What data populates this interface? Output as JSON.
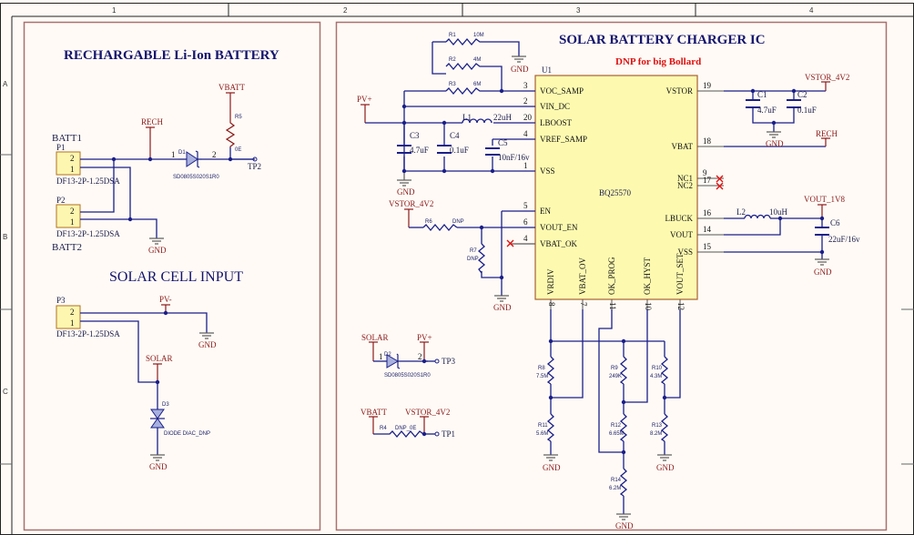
{
  "frame": {
    "columns": [
      "1",
      "2",
      "3",
      "4"
    ],
    "rows": [
      "A",
      "B",
      "C"
    ]
  },
  "battery_section": {
    "title": "RECHARGABLE Li-Ion BATTERY",
    "batt1_label": "BATT1",
    "batt2_label": "BATT2",
    "p1": {
      "ref": "P1",
      "part": "DF13-2P-1.25DSA",
      "pins": [
        "2",
        "1"
      ]
    },
    "p2": {
      "ref": "P2",
      "part": "DF13-2P-1.25DSA",
      "pins": [
        "2",
        "1"
      ]
    },
    "rech_net": "RECH",
    "vbatt_net": "VBATT",
    "gnd_net": "GND",
    "d1": {
      "ref": "D1",
      "part": "SD0805S020S1R0",
      "pin1": "1",
      "pin2": "2"
    },
    "r5": {
      "ref": "R5",
      "value": "0E"
    },
    "tp2": "TP2"
  },
  "solar_section": {
    "title": "SOLAR CELL INPUT",
    "p3": {
      "ref": "P3",
      "part": "DF13-2P-1.25DSA",
      "pins": [
        "2",
        "1"
      ]
    },
    "pvminus_net": "PV-",
    "solar_net": "SOLAR",
    "d3": {
      "ref": "D3",
      "part": "DIODE DIAC_DNP"
    },
    "gnd_net": "GND"
  },
  "charger_section": {
    "title": "SOLAR BATTERY CHARGER IC",
    "note": "DNP for big Bollard",
    "u1": {
      "ref": "U1",
      "part": "BQ25570",
      "left_pins": [
        {
          "num": "3",
          "name": "VOC_SAMP"
        },
        {
          "num": "2",
          "name": "VIN_DC"
        },
        {
          "num": "20",
          "name": "LBOOST"
        },
        {
          "num": "4",
          "name": "VREF_SAMP"
        },
        {
          "num": "1",
          "name": "VSS"
        },
        {
          "num": "5",
          "name": "EN"
        },
        {
          "num": "6",
          "name": "VOUT_EN"
        },
        {
          "num": "4",
          "name": "VBAT_OK"
        }
      ],
      "right_pins": [
        {
          "num": "19",
          "name": "VSTOR"
        },
        {
          "num": "18",
          "name": "VBAT"
        },
        {
          "num": "9",
          "name": "NC1"
        },
        {
          "num": "17",
          "name": "NC2"
        },
        {
          "num": "16",
          "name": "LBUCK"
        },
        {
          "num": "14",
          "name": "VOUT"
        },
        {
          "num": "15",
          "name": "VSS"
        }
      ],
      "bottom_pins": [
        {
          "num": "8",
          "name": "VRDIV"
        },
        {
          "num": "7",
          "name": "VBAT_OV"
        },
        {
          "num": "11",
          "name": "OK_PROG"
        },
        {
          "num": "10",
          "name": "OK_HYST"
        },
        {
          "num": "12",
          "name": "VOUT_SET"
        }
      ]
    },
    "r1": {
      "ref": "R1",
      "value": "10M"
    },
    "r2": {
      "ref": "R2",
      "value": "4M"
    },
    "r3": {
      "ref": "R3",
      "value": "6M"
    },
    "l1": {
      "ref": "L1",
      "value": "22uH"
    },
    "c3": {
      "ref": "C3",
      "value": "4.7uF"
    },
    "c4": {
      "ref": "C4",
      "value": "0.1uF"
    },
    "c5": {
      "ref": "C5",
      "value": "10nF/16v"
    },
    "pvplus_net": "PV+",
    "vstor_net": "VSTOR_4V2",
    "r6": {
      "ref": "R6",
      "value": "DNP"
    },
    "r7": {
      "ref": "R7",
      "value": "DNP"
    },
    "c1": {
      "ref": "C1",
      "value": "4.7uF"
    },
    "c2": {
      "ref": "C2",
      "value": "0.1uF"
    },
    "rech_net": "RECH",
    "l2": {
      "ref": "L2",
      "value": "10uH"
    },
    "vout_net": "VOUT_1V8",
    "c6": {
      "ref": "C6",
      "value": "22uF/16v"
    },
    "r8": {
      "ref": "R8",
      "value": "7.5M"
    },
    "r11": {
      "ref": "R11",
      "value": "5.6M"
    },
    "r9": {
      "ref": "R9",
      "value": "249K"
    },
    "r12": {
      "ref": "R12",
      "value": "6.65M"
    },
    "r14": {
      "ref": "R14",
      "value": "6.2M"
    },
    "r10": {
      "ref": "R10",
      "value": "4.3M"
    },
    "r13": {
      "ref": "R13",
      "value": "8.2M"
    },
    "gnd_net": "GND",
    "solar_net": "SOLAR",
    "d2": {
      "ref": "D2",
      "part": "SD0805S020S1R0",
      "pin1": "1",
      "pin2": "2"
    },
    "tp3": "TP3",
    "vbatt_net": "VBATT",
    "r4": {
      "ref": "R4",
      "value": "DNP_0E"
    },
    "tp1": "TP1"
  }
}
